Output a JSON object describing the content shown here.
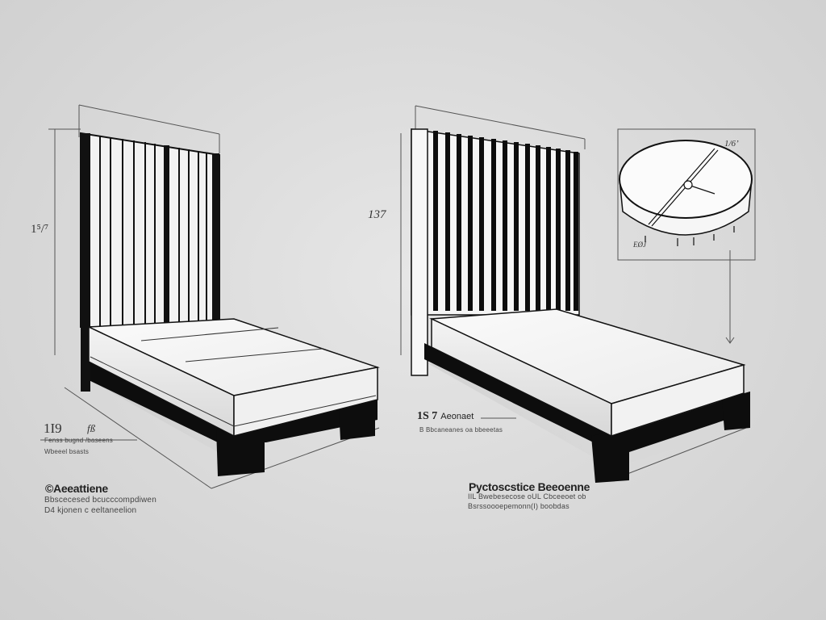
{
  "diagram": {
    "background_color": "#d9d9d9",
    "line_color": "#111111",
    "mattress_color": "#f4f4f4",
    "frame_color": "#0d0d0d"
  },
  "left_bed": {
    "headboard_dimension": "1⁵/⁷",
    "side_dimension": "1I9",
    "side_dimension_mark": "fß",
    "side_note_line1": "Fenss bugnd /baseens",
    "side_note_line2": "Wbeeel bsasts",
    "caption_title": "©Aeeattiene",
    "caption_line1": "Bbscecesed bcucccompdiwen",
    "caption_line2": "D4 kjonen c eeltaneelion"
  },
  "right_bed": {
    "headboard_dimension": "137",
    "side_dimension": "1S 7",
    "side_dimension_label": "Aeonaet",
    "side_note": "B Bbcaneanes oa bbeeetas",
    "caption_title": "Pyctoscstice Beeoenne",
    "caption_line1": "IIL Bwebesecose oUL Cbceeoet ob",
    "caption_line2": "Bsrssoooepemonn(I) boobdas"
  },
  "detail_inset": {
    "label_top": "1/6’",
    "label_bottom": "EØJ"
  }
}
